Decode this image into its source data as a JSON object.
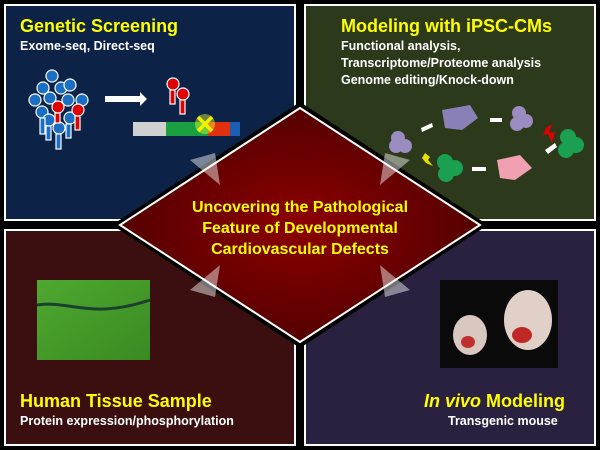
{
  "center_title": [
    "Uncovering the Pathological",
    "Feature of Developmental",
    "Cardiovascular Defects"
  ],
  "panels": {
    "genetic_screening": {
      "title": "Genetic Screening",
      "subtitle": "Exome-seq, Direct-seq"
    },
    "ipsc_modeling": {
      "title": "Modeling with iPSC-CMs",
      "lines": [
        "Functional analysis,",
        "Transcriptome/Proteome analysis",
        "Genome editing/Knock-down"
      ]
    },
    "human_tissue": {
      "title": "Human Tissue Sample",
      "subtitle": "Protein expression/phosphorylation"
    },
    "in_vivo": {
      "title_italic": "In vivo",
      "title_rest": " Modeling",
      "subtitle": "Transgenic mouse"
    }
  },
  "colors": {
    "navy": "#0c2247",
    "olive": "#2c3a1b",
    "maroon": "#3b0f0f",
    "purple": "#2a2140",
    "diamond": "#7a0000",
    "title": "#ffff00"
  }
}
